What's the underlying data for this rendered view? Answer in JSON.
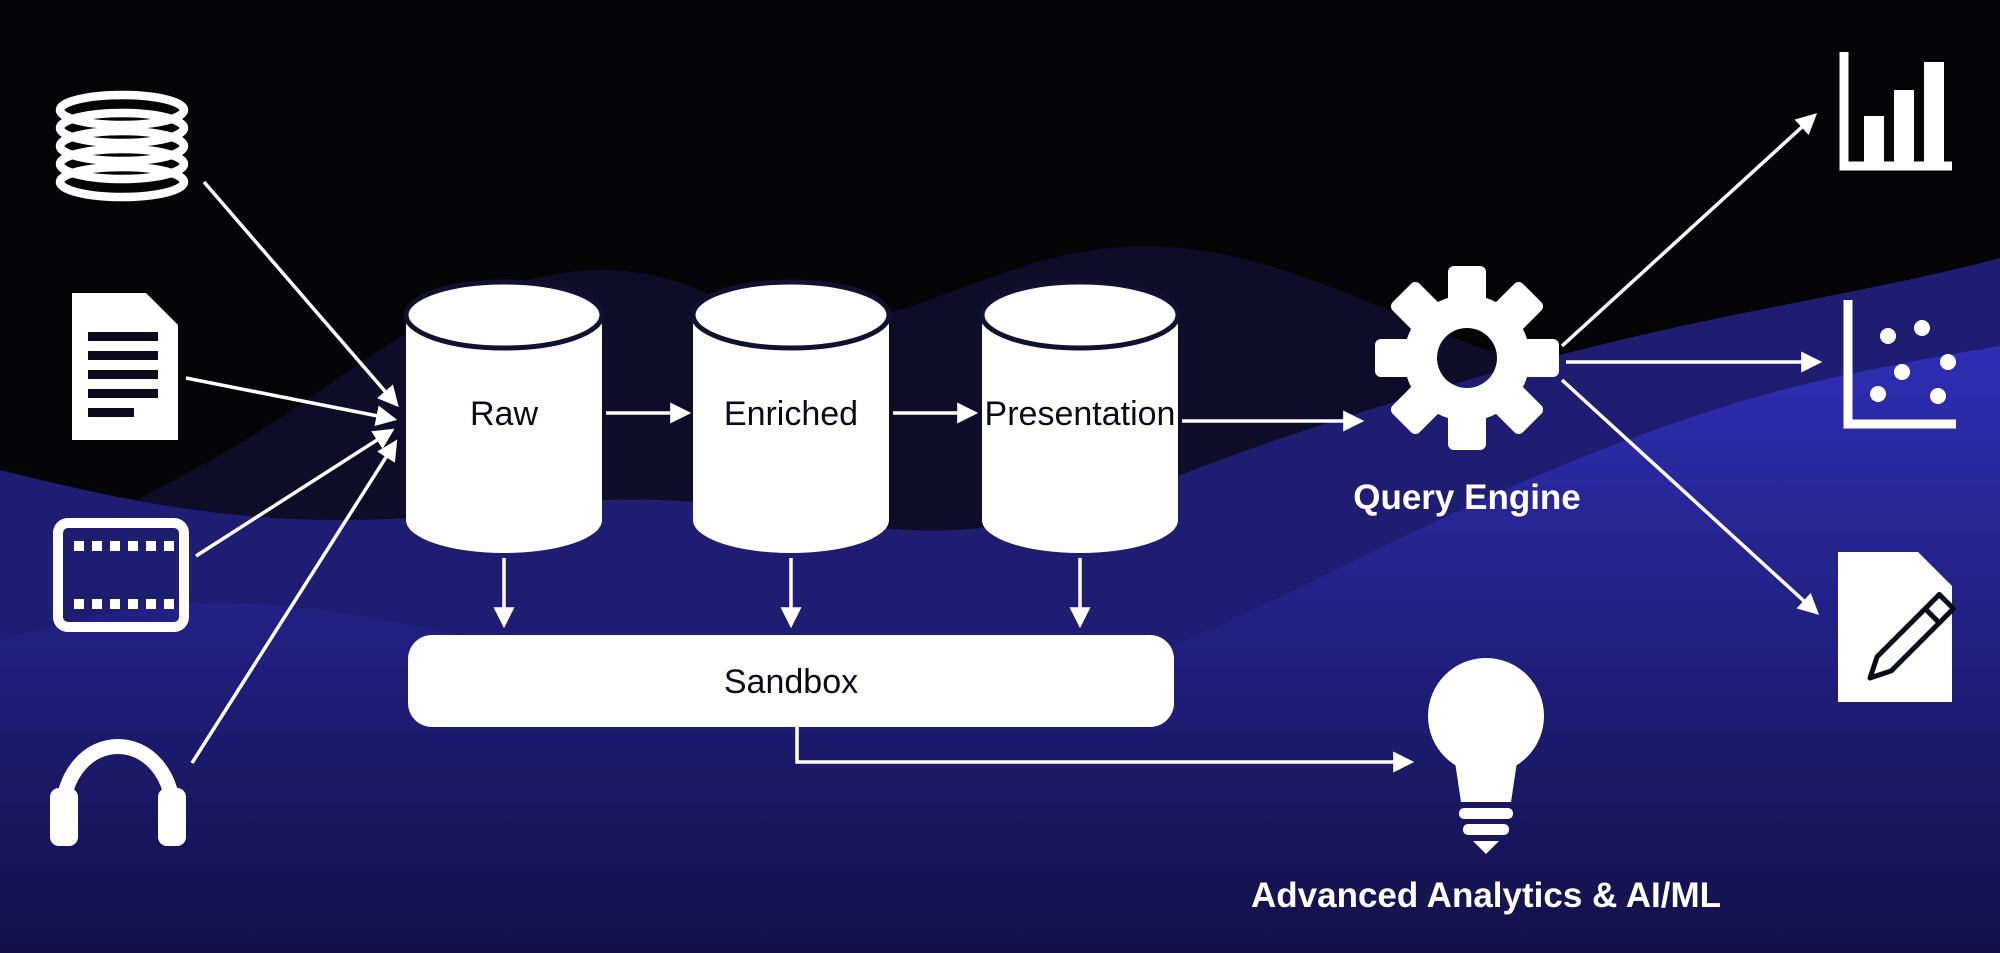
{
  "colors": {
    "background": "#050508",
    "ridge_dark": "#0d0d28",
    "ridge_mid": "#13133a",
    "wave_mid": "#1d1d72",
    "wave_bright": "#2e2eb4",
    "wave_deep": "#111148",
    "white": "#ffffff",
    "ink": "#0a0a1c",
    "cylinder_rim": "#11112f"
  },
  "diagram": {
    "sources": [
      {
        "id": "database",
        "icon": "database-icon"
      },
      {
        "id": "documents",
        "icon": "document-icon"
      },
      {
        "id": "video",
        "icon": "film-icon"
      },
      {
        "id": "audio",
        "icon": "headphones-icon"
      }
    ],
    "stages": [
      {
        "id": "raw",
        "label": "Raw"
      },
      {
        "id": "enriched",
        "label": "Enriched"
      },
      {
        "id": "presentation",
        "label": "Presentation"
      }
    ],
    "sandbox": {
      "label": "Sandbox"
    },
    "query_engine": {
      "label": "Query Engine",
      "icon": "gear-icon"
    },
    "analytics": {
      "label": "Advanced Analytics & AI/ML",
      "icon": "lightbulb-icon"
    },
    "outputs": [
      {
        "id": "bar-chart",
        "icon": "bar-chart-icon"
      },
      {
        "id": "scatter-plot",
        "icon": "scatter-chart-icon"
      },
      {
        "id": "report",
        "icon": "document-pencil-icon"
      }
    ],
    "edges": [
      {
        "from": "database",
        "to": "raw"
      },
      {
        "from": "documents",
        "to": "raw"
      },
      {
        "from": "video",
        "to": "raw"
      },
      {
        "from": "audio",
        "to": "raw"
      },
      {
        "from": "raw",
        "to": "enriched"
      },
      {
        "from": "enriched",
        "to": "presentation"
      },
      {
        "from": "presentation",
        "to": "query_engine"
      },
      {
        "from": "raw",
        "to": "sandbox"
      },
      {
        "from": "enriched",
        "to": "sandbox"
      },
      {
        "from": "presentation",
        "to": "sandbox"
      },
      {
        "from": "sandbox",
        "to": "analytics"
      },
      {
        "from": "query_engine",
        "to": "bar-chart"
      },
      {
        "from": "query_engine",
        "to": "scatter-plot"
      },
      {
        "from": "query_engine",
        "to": "report"
      }
    ]
  }
}
